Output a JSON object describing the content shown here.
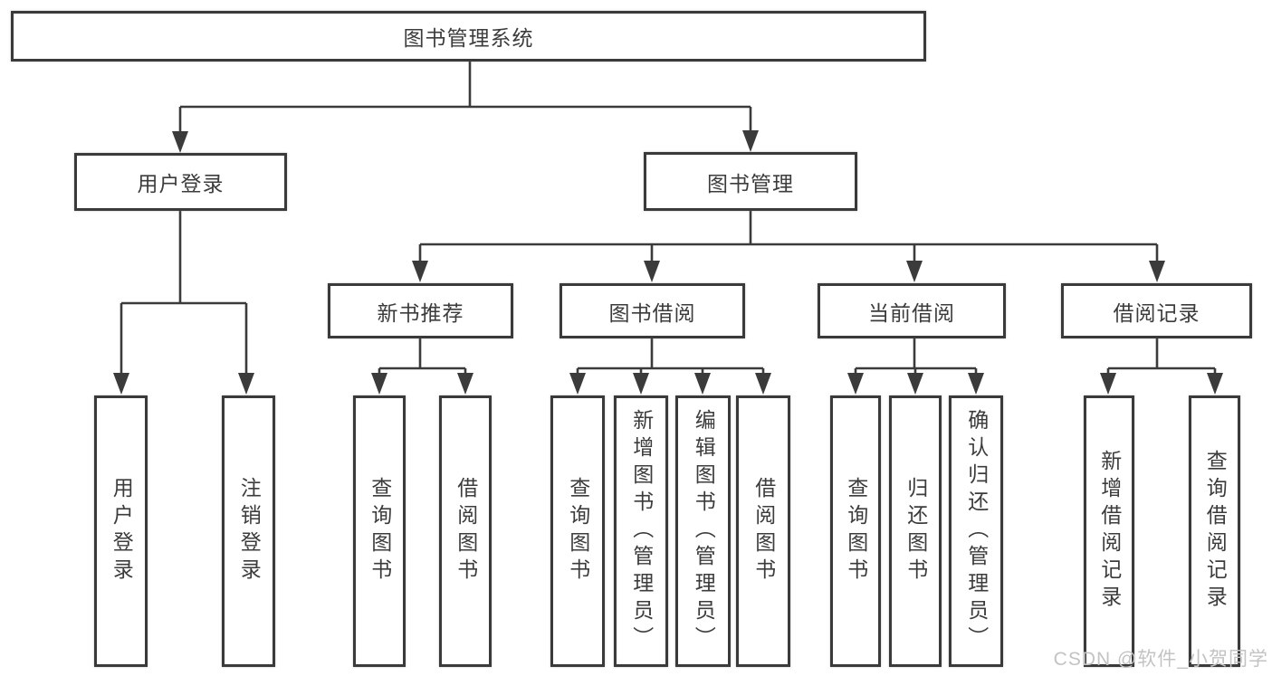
{
  "colors": {
    "line": "#3b3b3b",
    "text": "#3c3c3c",
    "background": "#ffffff"
  },
  "watermark": {
    "text": "CSDN @软件_小贺同学"
  },
  "tree": {
    "root": {
      "label": "图书管理系统"
    },
    "branches": [
      {
        "label": "用户登录",
        "children": [
          {
            "label": "用户登录"
          },
          {
            "label": "注销登录"
          }
        ]
      },
      {
        "label": "图书管理",
        "groups": [
          {
            "label": "新书推荐",
            "children": [
              {
                "label": "查询图书"
              },
              {
                "label": "借阅图书"
              }
            ]
          },
          {
            "label": "图书借阅",
            "children": [
              {
                "label": "查询图书"
              },
              {
                "label": "新增图书（管理员）"
              },
              {
                "label": "编辑图书（管理员）"
              },
              {
                "label": "借阅图书"
              }
            ]
          },
          {
            "label": "当前借阅",
            "children": [
              {
                "label": "查询图书"
              },
              {
                "label": "归还图书"
              },
              {
                "label": "确认归还（管理员）"
              }
            ]
          },
          {
            "label": "借阅记录",
            "children": [
              {
                "label": "新增借阅记录"
              },
              {
                "label": "查询借阅记录"
              }
            ]
          }
        ]
      }
    ]
  }
}
